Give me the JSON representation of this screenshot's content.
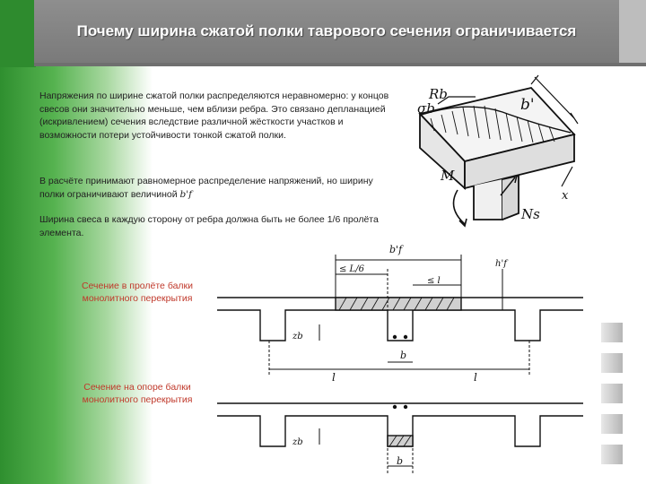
{
  "header": {
    "title": "Почему ширина сжатой полки таврового сечения ограничивается"
  },
  "body": {
    "paragraph1": "Напряжения по ширине сжатой полки распределяются неравномерно: у концов свесов они значительно меньше, чем вблизи ребра. Это связано депланацией (искривлением) сечения вследствие различной жёсткости участков и возможности потери устойчивости тонкой сжатой полки.",
    "paragraph2_prefix": "В расчёте принимают равномерное распределение напряжений, но ширину полки ограничивают величиной",
    "paragraph2_symbol": "b'f",
    "paragraph3": "Ширина свеса в каждую сторону от ребра должна быть не более 1/6 пролёта элемента."
  },
  "captions": {
    "span_section": "Сечение в пролёте балки монолитного перекрытия",
    "support_section": "Сечение на опоре балки монолитного перекрытия"
  },
  "sketch_labels": {
    "rb": "Rb",
    "sigma_b": "σb",
    "b_prime": "b'",
    "moment": "M",
    "ns": "Ns",
    "x": "x"
  },
  "drawing_labels": {
    "bf": "b'f",
    "l6": "≤ L/6",
    "le_l": "≤ l",
    "hf": "h'f",
    "zb": "zb",
    "b": "b",
    "l": "l"
  },
  "colors": {
    "header_bg": "#7f7f7f",
    "green": "#2e8b2e",
    "caption_red": "#c0392b"
  }
}
